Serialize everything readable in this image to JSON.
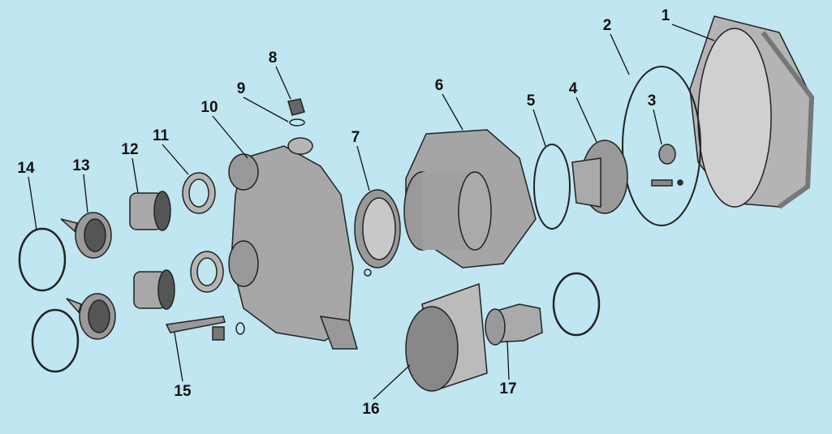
{
  "diagram": {
    "type": "exploded-parts-view",
    "background_color": "#bfe6f1",
    "part_color": "#a9a9a9",
    "labels": [
      "1",
      "2",
      "3",
      "4",
      "5",
      "6",
      "7",
      "8",
      "9",
      "10",
      "11",
      "12",
      "13",
      "14",
      "15",
      "16",
      "17"
    ]
  }
}
